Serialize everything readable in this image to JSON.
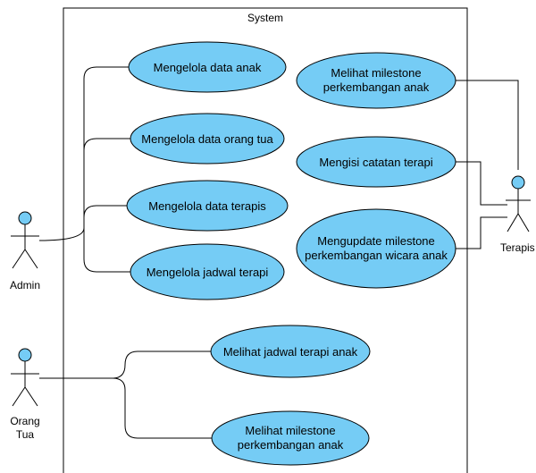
{
  "system": {
    "title": "System"
  },
  "actors": [
    {
      "id": "admin",
      "lines": [
        "Admin"
      ]
    },
    {
      "id": "orang_tua",
      "lines": [
        "Orang",
        "Tua"
      ]
    },
    {
      "id": "terapis",
      "lines": [
        "Terapis"
      ]
    }
  ],
  "use_cases": [
    {
      "id": "uc1",
      "lines": [
        "Mengelola data anak"
      ]
    },
    {
      "id": "uc2",
      "lines": [
        "Mengelola data orang tua"
      ]
    },
    {
      "id": "uc3",
      "lines": [
        "Mengelola data terapis"
      ]
    },
    {
      "id": "uc4",
      "lines": [
        "Mengelola jadwal terapi"
      ]
    },
    {
      "id": "uc5",
      "lines": [
        "Melihat milestone",
        "perkembangan anak"
      ]
    },
    {
      "id": "uc6",
      "lines": [
        "Mengisi catatan terapi"
      ]
    },
    {
      "id": "uc7",
      "lines": [
        "Mengupdate milestone",
        "perkembangan wicara anak"
      ]
    },
    {
      "id": "uc8",
      "lines": [
        "Melihat jadwal terapi anak"
      ]
    },
    {
      "id": "uc9",
      "lines": [
        "Melihat milestone",
        "perkembangan anak"
      ]
    }
  ],
  "associations": [
    {
      "actor": "admin",
      "use_case": "uc1"
    },
    {
      "actor": "admin",
      "use_case": "uc2"
    },
    {
      "actor": "admin",
      "use_case": "uc3"
    },
    {
      "actor": "admin",
      "use_case": "uc4"
    },
    {
      "actor": "terapis",
      "use_case": "uc5"
    },
    {
      "actor": "terapis",
      "use_case": "uc6"
    },
    {
      "actor": "terapis",
      "use_case": "uc7"
    },
    {
      "actor": "orang_tua",
      "use_case": "uc8"
    },
    {
      "actor": "orang_tua",
      "use_case": "uc9"
    }
  ],
  "colors": {
    "use_case_fill": "#75CCF5",
    "actor_head_fill": "#75CCF5",
    "stroke": "#000000"
  }
}
